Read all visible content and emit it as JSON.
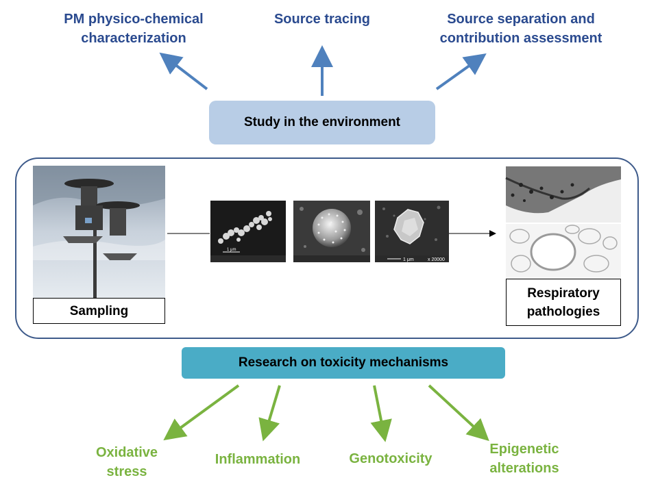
{
  "top_outcomes": [
    {
      "line1": "PM physico-chemical",
      "line2": "characterization"
    },
    {
      "line1": "Source tracing",
      "line2": ""
    },
    {
      "line1": "Source separation and",
      "line2": "contribution assessment"
    }
  ],
  "environment_box": {
    "label": "Study in the environment"
  },
  "sampling": {
    "label": "Sampling"
  },
  "micrographs": [
    {
      "scale": "1 μm",
      "magnification": ""
    },
    {
      "scale": "",
      "magnification": ""
    },
    {
      "scale": "1 μm",
      "magnification": "x 20000"
    }
  ],
  "respiratory": {
    "line1": "Respiratory",
    "line2": "pathologies"
  },
  "toxicity_box": {
    "label": "Research on toxicity mechanisms"
  },
  "bottom_outcomes": [
    {
      "line1": "Oxidative",
      "line2": "stress"
    },
    {
      "line1": "Inflammation",
      "line2": ""
    },
    {
      "line1": "Genotoxicity",
      "line2": ""
    },
    {
      "line1": "Epigenetic",
      "line2": "alterations"
    }
  ],
  "colors": {
    "top_text": "#2a4a8f",
    "bottom_text": "#7ab340",
    "env_box": "#b8cde6",
    "tox_box": "#4aacc6",
    "frame": "#3d5a8a",
    "blue_arrow": "#4f81bd",
    "green_arrow": "#7ab340"
  }
}
